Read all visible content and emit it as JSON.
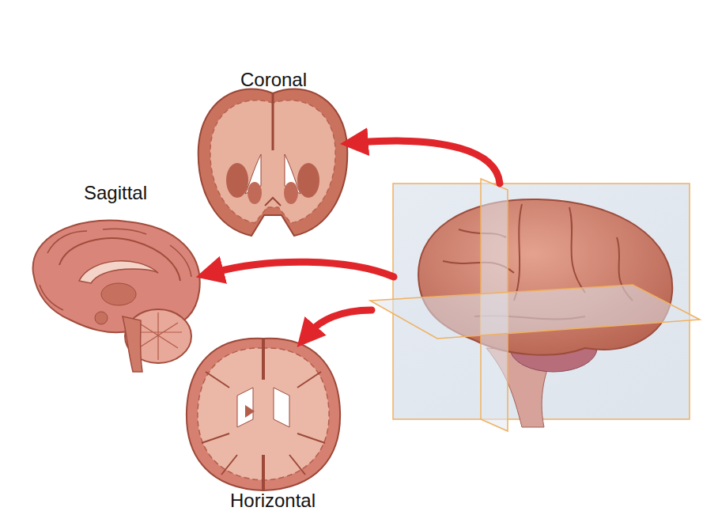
{
  "diagram": {
    "labels": [
      "Coronal",
      "Sagittal",
      "Horizontal"
    ]
  }
}
